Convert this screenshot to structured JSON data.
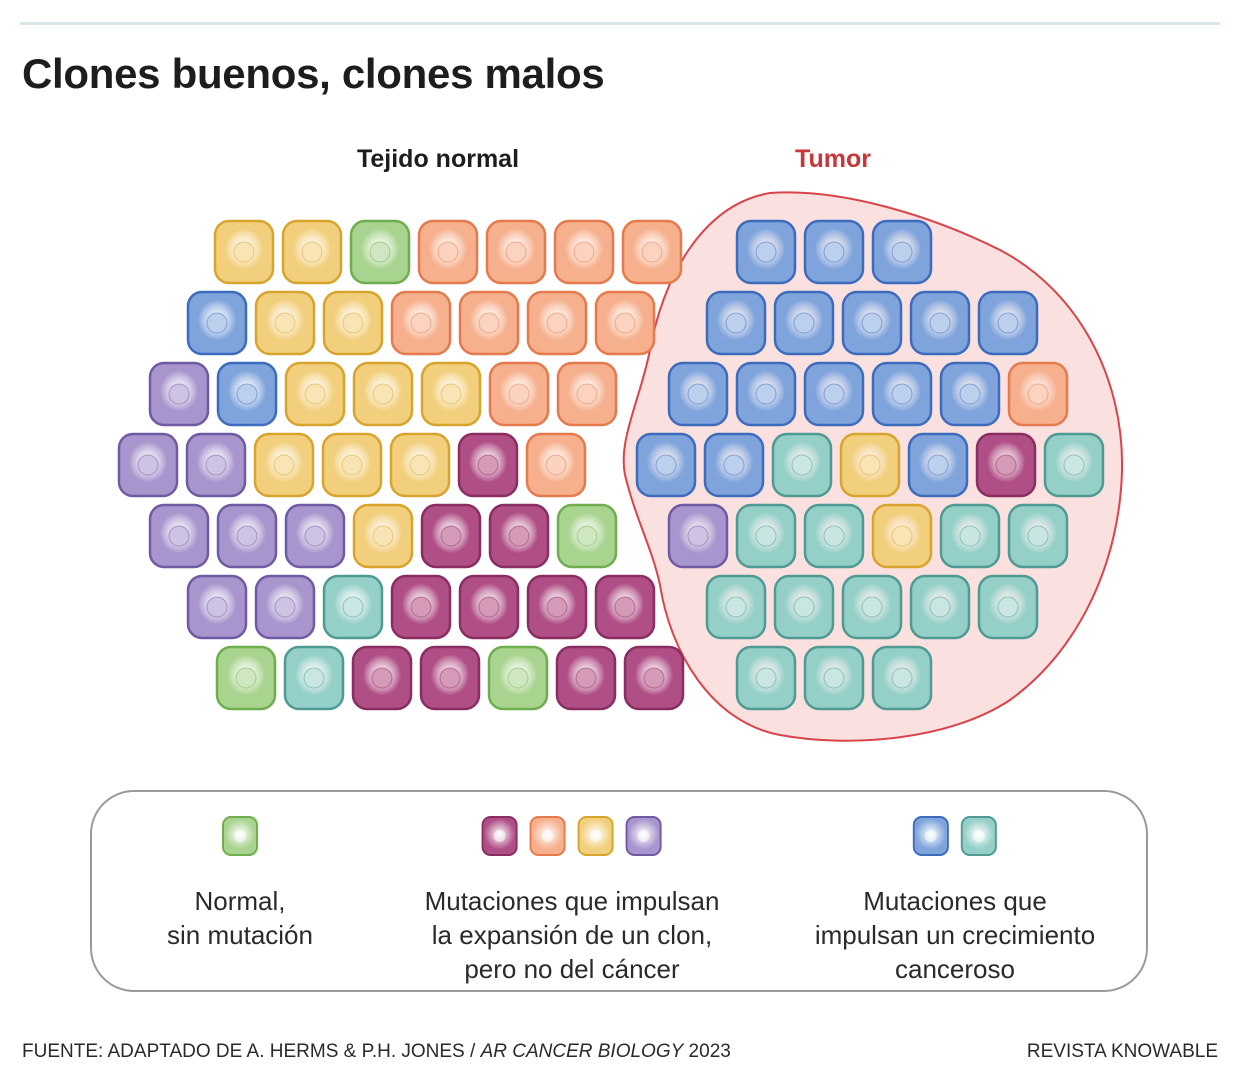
{
  "title": "Clones buenos, clones malos",
  "labels": {
    "normal": "Tejido normal",
    "tumor": "Tumor"
  },
  "colors": {
    "G": {
      "fill": "#a8d48f",
      "edge": "#6fae4f",
      "nucleus": "#cfe7c1"
    },
    "P": {
      "fill": "#b04f86",
      "edge": "#8a2e62",
      "nucleus": "#d59ab8"
    },
    "O": {
      "fill": "#f6b08d",
      "edge": "#e57a4c",
      "nucleus": "#fbd3bf"
    },
    "Y": {
      "fill": "#f2cf7d",
      "edge": "#d7a52e",
      "nucleus": "#f8e4b4"
    },
    "V": {
      "fill": "#a895cd",
      "edge": "#6f5aa4",
      "nucleus": "#cfc3e3"
    },
    "B": {
      "fill": "#7fa4dc",
      "edge": "#3e6cbd",
      "nucleus": "#bcd0ee"
    },
    "T": {
      "fill": "#94cfc8",
      "edge": "#4f9a92",
      "nucleus": "#c9e6e2"
    },
    "tumor_fill": "#fbe0e0",
    "tumor_edge": "#d8444a"
  },
  "normal_tissue_rows": [
    "YYGOOOO",
    "BYYOOOO",
    "VBYYYOO",
    "VVYYYPO",
    "VVVYPPG",
    "VVTPPPP",
    "GTPPGPP"
  ],
  "tumor_rows": [
    "BBB",
    "BBBBB",
    "BBBBBO",
    "BBTYBPT",
    "VTTYTT",
    "TTTTT",
    "TTT"
  ],
  "legend": [
    {
      "text": "Normal,\nsin mutación",
      "swatches": [
        "G"
      ]
    },
    {
      "text": "Mutaciones que impulsan\nla expansión de un clon,\npero no del cáncer",
      "swatches": [
        "P",
        "O",
        "Y",
        "V"
      ]
    },
    {
      "text": "Mutaciones que\nimpulsan un crecimiento\ncanceroso",
      "swatches": [
        "B",
        "T"
      ]
    }
  ],
  "footer": {
    "source_prefix": "FUENTE: ADAPTADO DE A. HERMS & P.H. JONES / ",
    "source_journal": "AR CANCER BIOLOGY",
    "source_year": " 2023",
    "credit": "REVISTA KNOWABLE"
  }
}
